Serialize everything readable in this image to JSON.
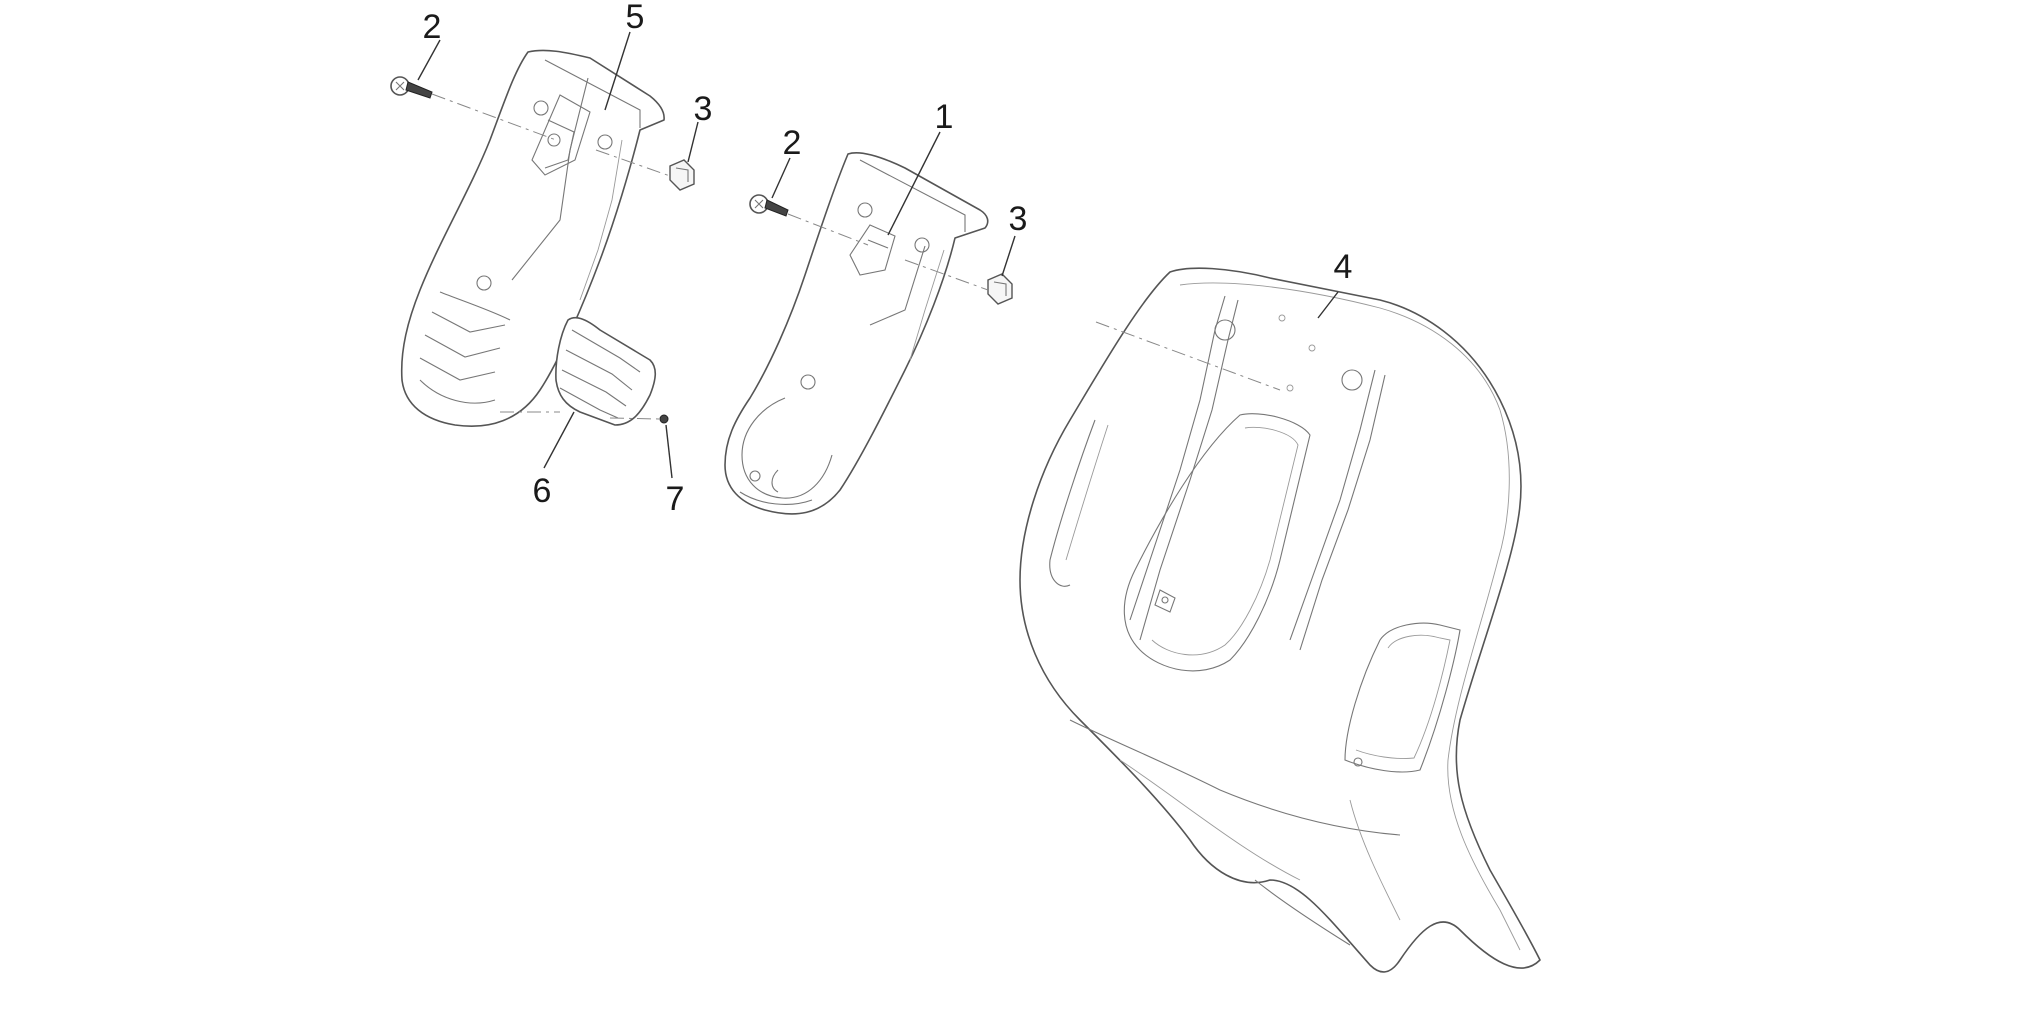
{
  "diagram": {
    "callouts": {
      "p1": "1",
      "p2a": "2",
      "p2b": "2",
      "p3a": "3",
      "p3b": "3",
      "p4": "4",
      "p5": "5",
      "p6": "6",
      "p7": "7"
    },
    "colors": {
      "line": "#555555",
      "text": "#1a1a1a",
      "background": "#ffffff"
    }
  }
}
